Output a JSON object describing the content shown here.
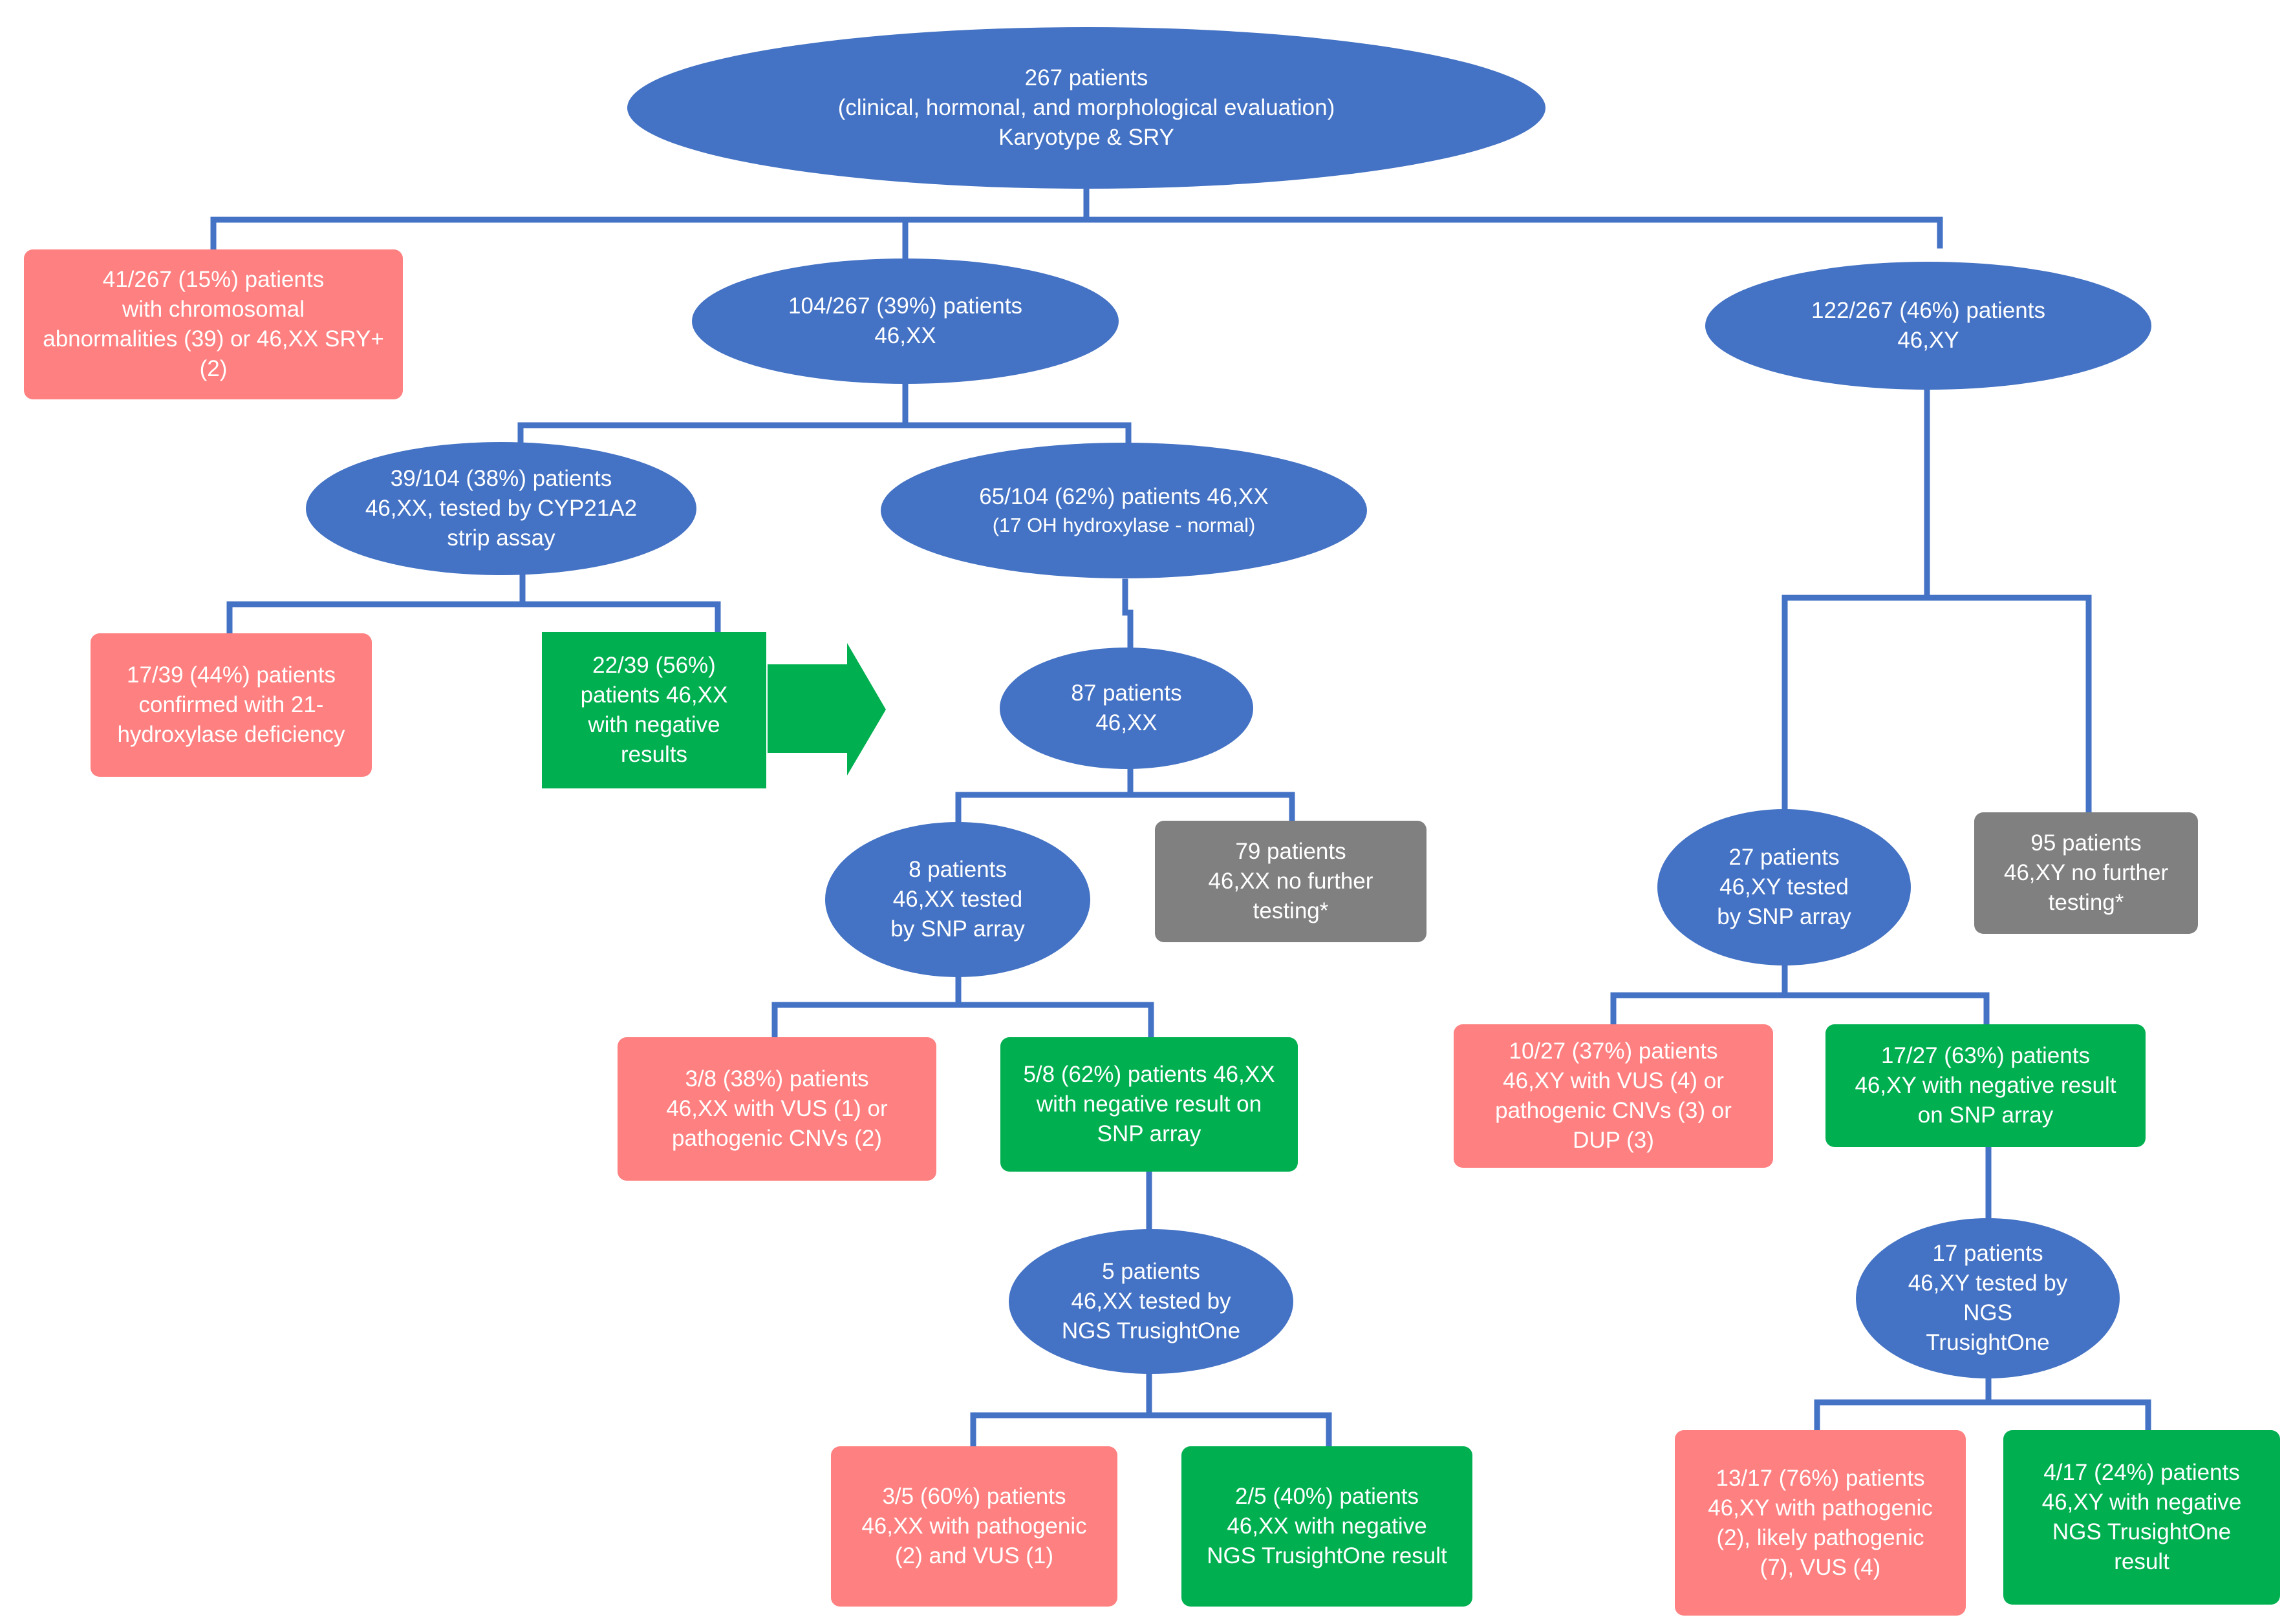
{
  "colors": {
    "blue": "#4472C4",
    "red": "#FF8080",
    "green": "#00B050",
    "gray": "#808080",
    "line": "#4472C4"
  },
  "nodes": {
    "root": [
      "267 patients",
      "(clinical, hormonal, and morphological evaluation)",
      "Karyotype & SRY"
    ],
    "chromosomal": [
      "41/267 (15%) patients",
      "with chromosomal",
      "abnormalities (39) or 46,XX SRY+",
      "(2)"
    ],
    "xx": [
      "104/267 (39%) patients",
      "46,XX"
    ],
    "xy": [
      "122/267 (46%) patients",
      "46,XY"
    ],
    "cyp": [
      "39/104 (38%) patients",
      "46,XX, tested by CYP21A2",
      "strip assay"
    ],
    "oh17": [
      "65/104 (62%) patients 46,XX",
      "(17 OH hydroxylase - normal)"
    ],
    "hydroxylase": [
      "17/39 (44%) patients",
      "confirmed with 21-",
      "hydroxylase deficiency"
    ],
    "cypneg": [
      "22/39 (56%)",
      "patients 46,XX",
      "with negative",
      "results"
    ],
    "xx87": [
      "87 patients",
      "46,XX"
    ],
    "xx8": [
      "8 patients",
      "46,XX tested",
      "by SNP array"
    ],
    "xx79": [
      "79 patients",
      "46,XX no further",
      "testing*"
    ],
    "xxvus": [
      "3/8 (38%) patients",
      "46,XX with VUS (1) or",
      "pathogenic CNVs (2)"
    ],
    "xxsnpneg": [
      "5/8 (62%) patients 46,XX",
      "with negative result on",
      "SNP array"
    ],
    "xx5": [
      "5 patients",
      "46,XX tested by",
      "NGS TrusightOne"
    ],
    "xxpath": [
      "3/5 (60%) patients",
      "46,XX with pathogenic",
      "(2) and VUS (1)"
    ],
    "xxngsneg": [
      "2/5 (40%) patients",
      "46,XX with negative",
      "NGS TrusightOne result"
    ],
    "xy27": [
      "27 patients",
      "46,XY tested",
      "by SNP array"
    ],
    "xy95": [
      "95 patients",
      "46,XY no further",
      "testing*"
    ],
    "xyvus": [
      "10/27 (37%) patients",
      "46,XY with VUS (4) or",
      "pathogenic CNVs (3) or",
      "DUP (3)"
    ],
    "xysnpneg": [
      "17/27 (63%) patients",
      "46,XY with negative result",
      "on SNP array"
    ],
    "xy17": [
      "17 patients",
      "46,XY tested by",
      "NGS",
      "TrusightOne"
    ],
    "xypath": [
      "13/17 (76%) patients",
      "46,XY with pathogenic",
      "(2), likely pathogenic",
      "(7), VUS (4)"
    ],
    "xyngsneg": [
      "4/17  (24%) patients",
      "46,XY with negative",
      "NGS TrusightOne",
      "result"
    ]
  }
}
